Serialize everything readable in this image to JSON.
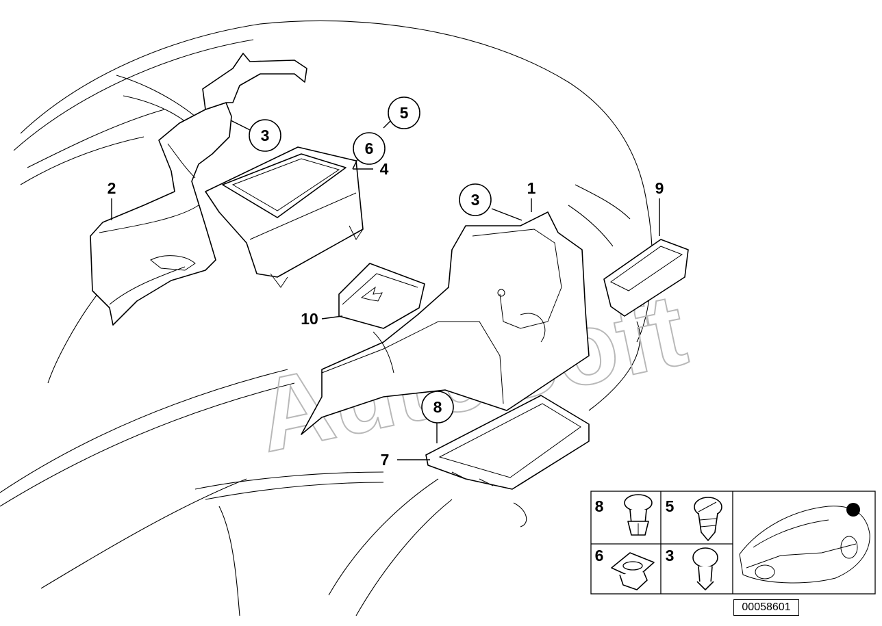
{
  "callouts": {
    "c1": "1",
    "c2": "2",
    "c3a": "3",
    "c3b": "3",
    "c4": "4",
    "c5": "5",
    "c6": "6",
    "c7": "7",
    "c8": "8",
    "c9": "9",
    "c10": "10"
  },
  "inset": {
    "cell_8": "8",
    "cell_5": "5",
    "cell_6": "6",
    "cell_3": "3"
  },
  "watermark": "AutoSoft",
  "document_id": "00058601"
}
